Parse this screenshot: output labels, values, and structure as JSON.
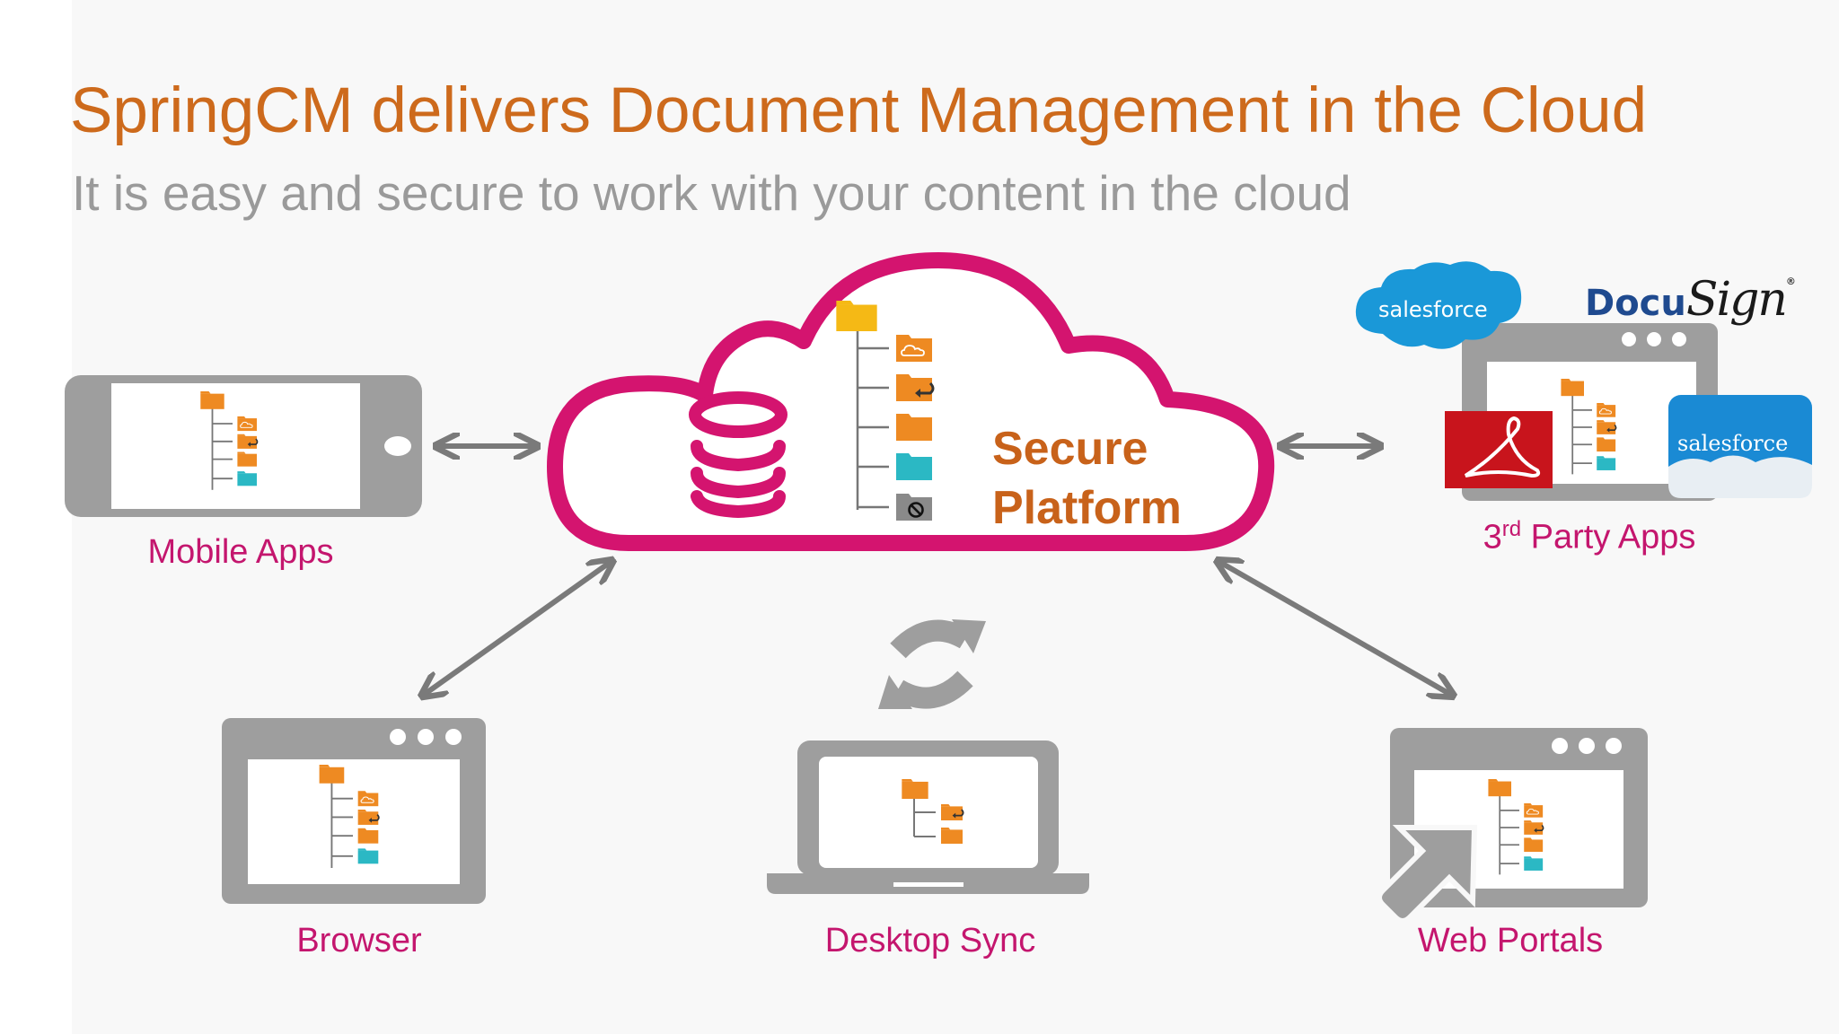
{
  "slide": {
    "title": "SpringCM delivers Document Management in the Cloud",
    "subtitle": "It is easy and secure to work with your content in the cloud"
  },
  "cloud": {
    "label_line1": "Secure",
    "label_line2": "Platform"
  },
  "nodes": {
    "mobile": {
      "label": "Mobile Apps"
    },
    "third_party": {
      "label_main": "3",
      "label_sup": "rd",
      "label_rest": " Party Apps"
    },
    "browser": {
      "label": "Browser"
    },
    "desktop": {
      "label": "Desktop Sync"
    },
    "web": {
      "label": "Web Portals"
    }
  },
  "logos": {
    "salesforce_top": "salesforce",
    "salesforce_bottom": "salesforce",
    "docusign_part1": "Docu",
    "docusign_part2": "Sign",
    "docusign_reg": "®"
  },
  "colors": {
    "title": "#cd6a1c",
    "subtitle": "#9a9a9a",
    "cloud_outline": "#d4146f",
    "label": "#c4166e",
    "secure_text": "#c8621a",
    "device_gray": "#9e9e9e",
    "folder_orange": "#ee8a22",
    "folder_yellow": "#f5b915",
    "folder_teal": "#2bb8c4",
    "salesforce_blue": "#1a98d8",
    "acrobat_red": "#c8141c",
    "docusign_blue": "#1f4a8f"
  },
  "icons": [
    "database-icon",
    "folder-tree-icon",
    "sync-icon",
    "cursor-arrow-icon",
    "acrobat-icon",
    "cloud-icon"
  ]
}
